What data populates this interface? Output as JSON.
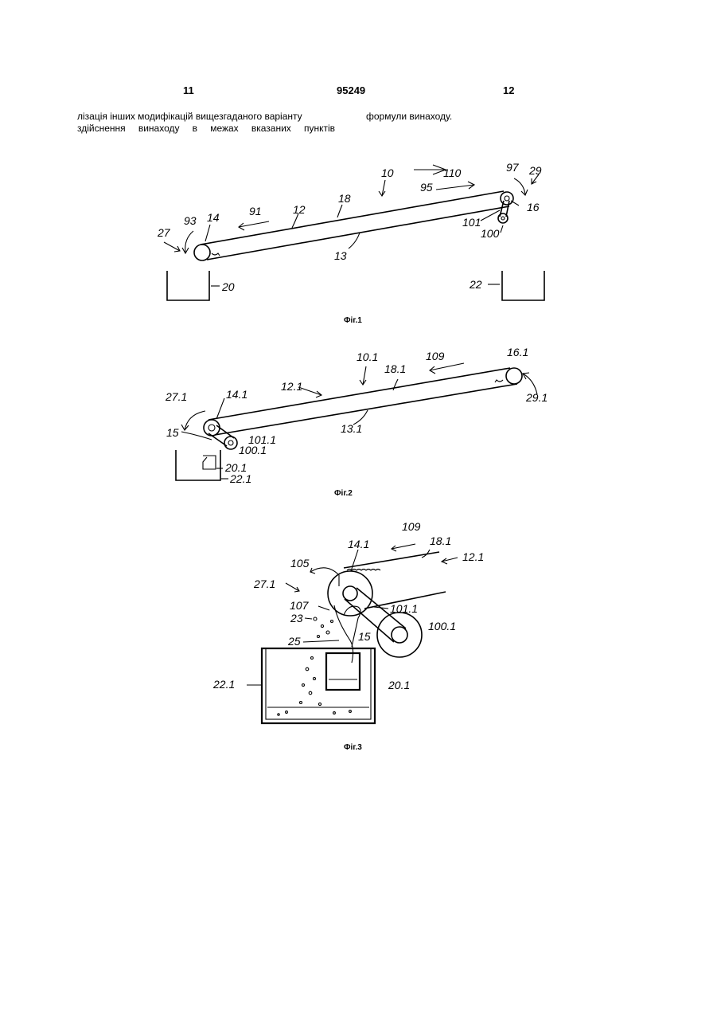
{
  "header": {
    "page_left": "11",
    "patent_number": "95249",
    "page_right": "12"
  },
  "text": {
    "left_line1": "лізація інших модифікацій вищезгаданого варіанту",
    "left_line2": "здійснення винаходу в межах вказаних пунктів",
    "right_line1": "формули винаходу."
  },
  "figures": [
    {
      "caption": "Фіг.1",
      "labels": {
        "l10": "10",
        "l110": "110",
        "l97": "97",
        "l29": "29",
        "l95": "95",
        "l18": "18",
        "l16": "16",
        "l91": "91",
        "l12": "12",
        "l101": "101",
        "l93": "93",
        "l14": "14",
        "l100": "100",
        "l27": "27",
        "l13": "13",
        "l20": "20",
        "l22": "22"
      }
    },
    {
      "caption": "Фіг.2",
      "labels": {
        "l10_1": "10.1",
        "l109": "109",
        "l16_1": "16.1",
        "l18_1": "18.1",
        "l12_1": "12.1",
        "l29_1": "29.1",
        "l27_1": "27.1",
        "l14_1": "14.1",
        "l15": "15",
        "l13_1": "13.1",
        "l101_1": "101.1",
        "l100_1": "100.1",
        "l20_1": "20.1",
        "l22_1": "22.1"
      }
    },
    {
      "caption": "Фіг.3",
      "labels": {
        "l109": "109",
        "l14_1": "14.1",
        "l18_1": "18.1",
        "l12_1": "12.1",
        "l105": "105",
        "l27_1": "27.1",
        "l107": "107",
        "l101_1": "101.1",
        "l23": "23",
        "l100_1": "100.1",
        "l25": "25",
        "l15": "15",
        "l22_1": "22.1",
        "l20_1": "20.1"
      }
    }
  ]
}
